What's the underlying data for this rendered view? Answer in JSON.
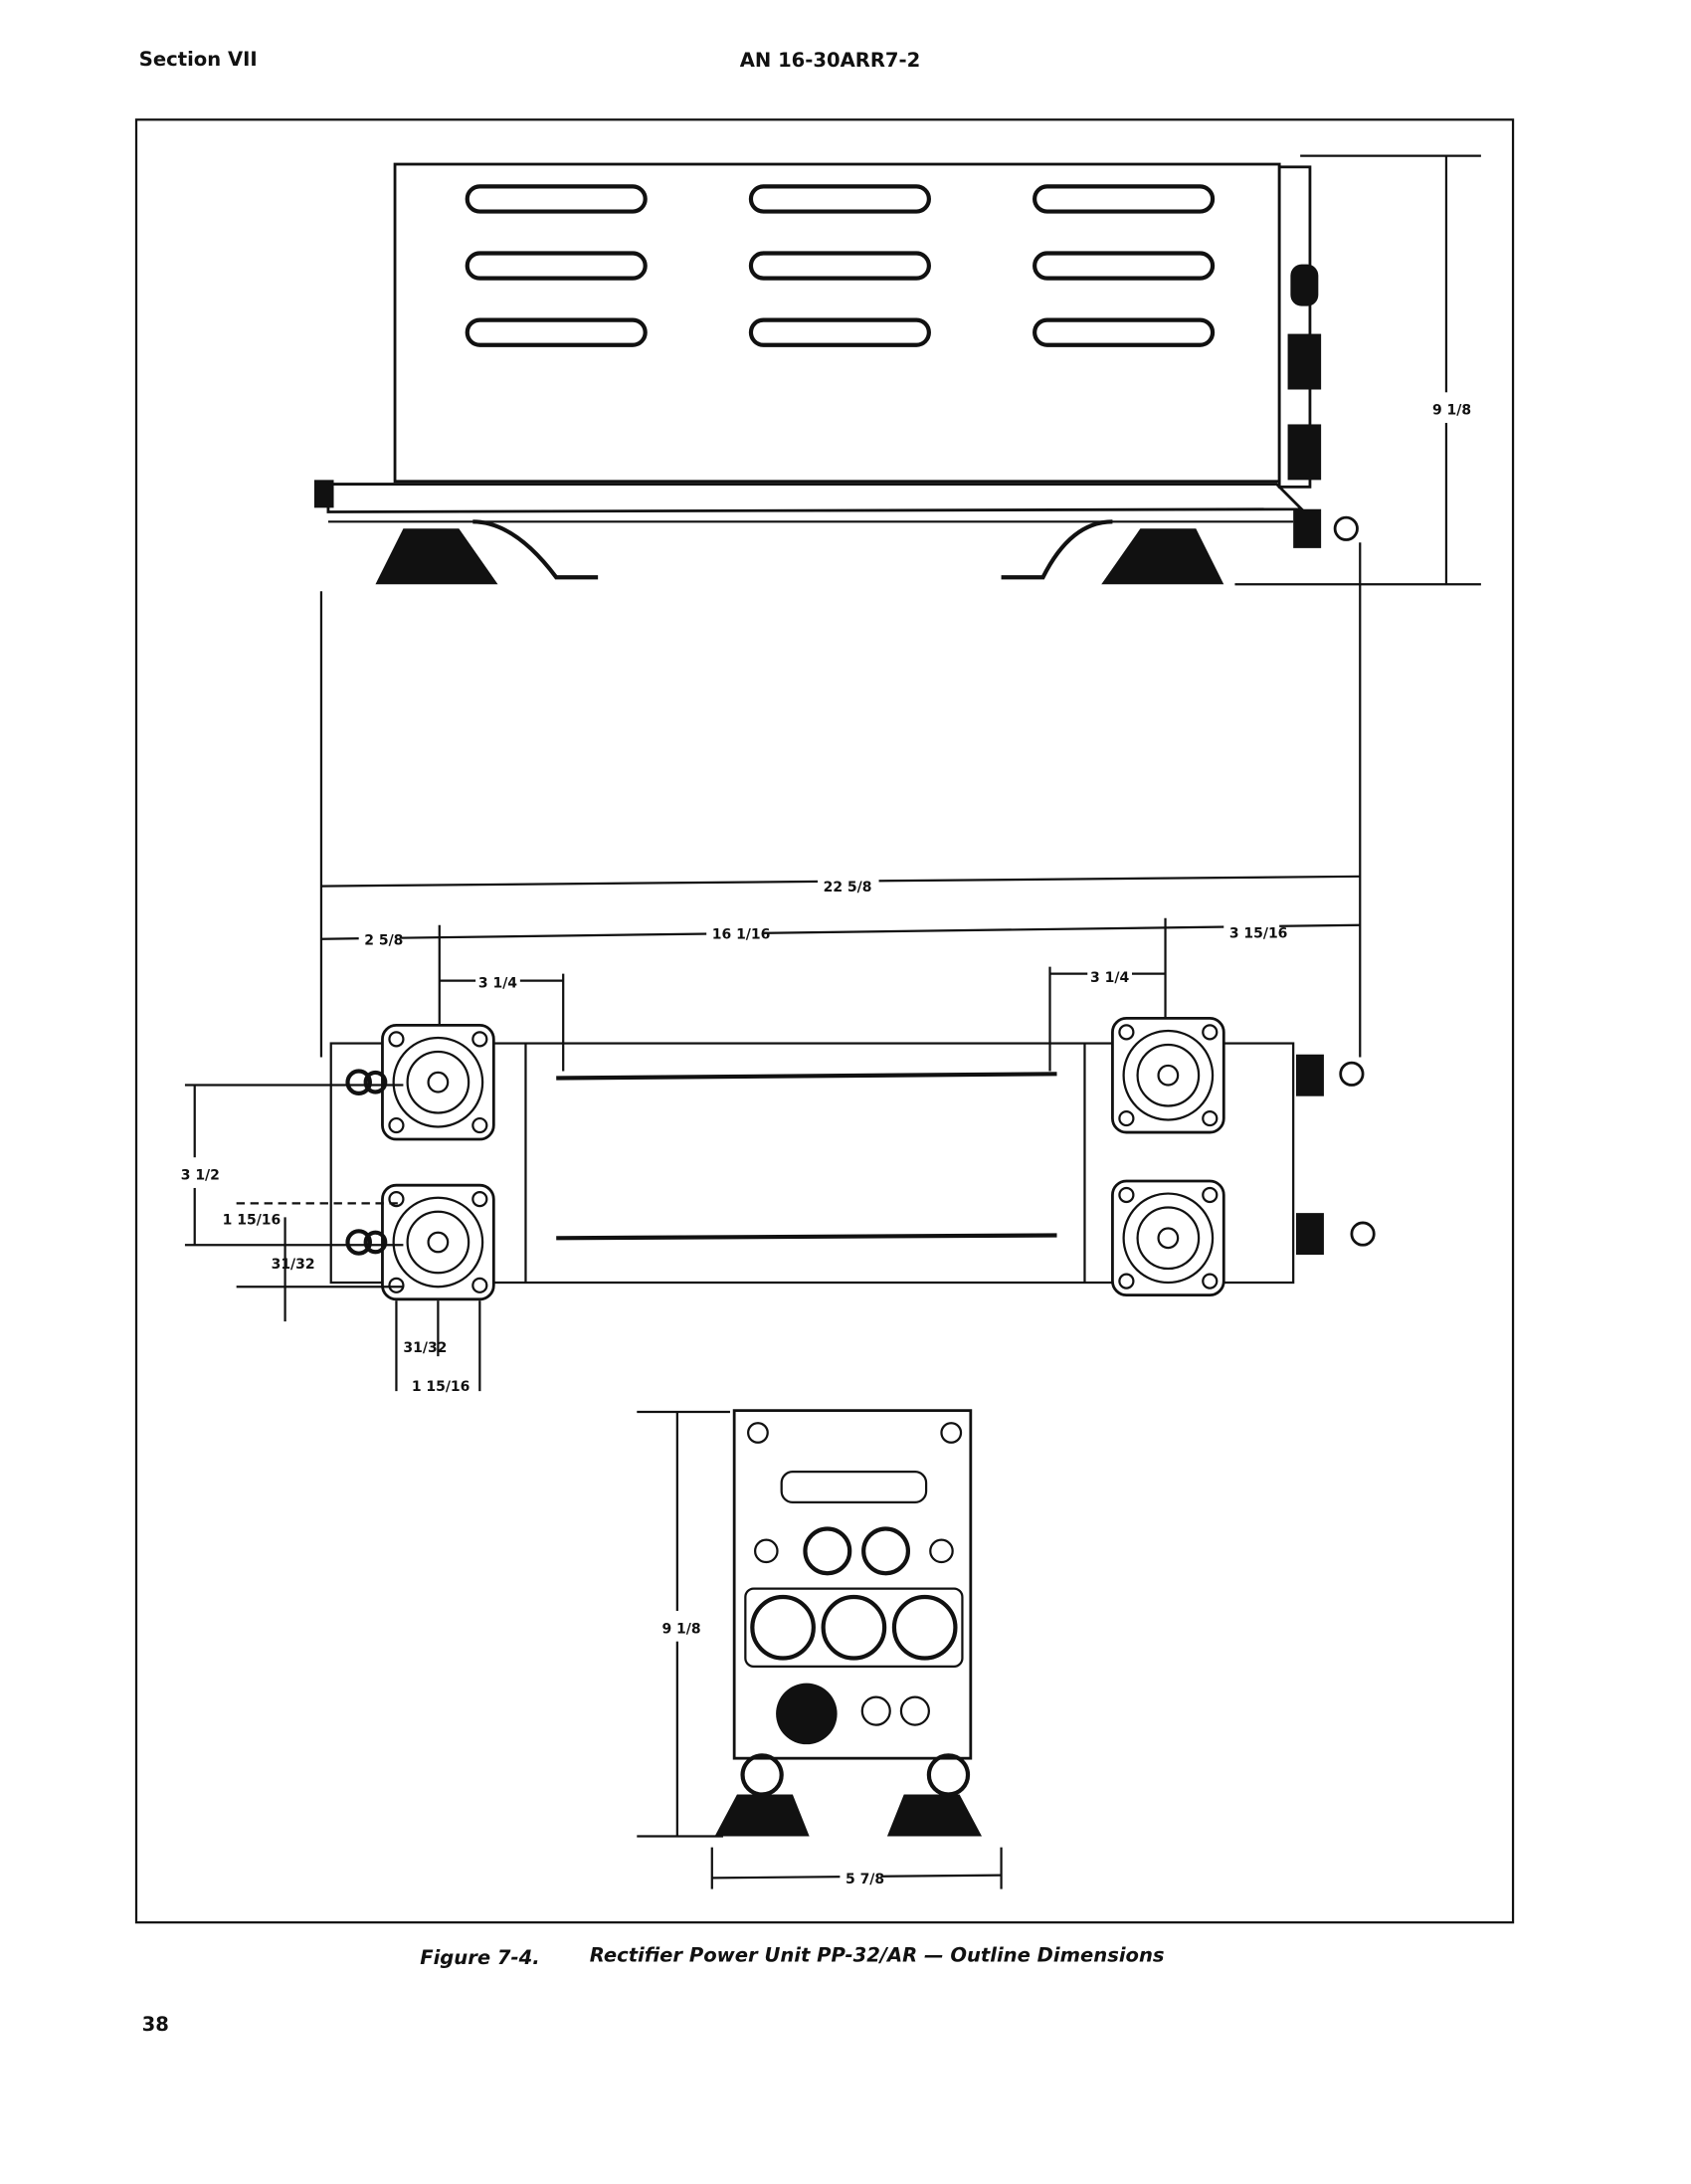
{
  "header": {
    "section": "Section VII",
    "document_number": "AN 16-30ARR7-2"
  },
  "figure": {
    "number": "Figure 7-4.",
    "title": "Rectifier Power Unit PP-32/AR — Outline Dimensions"
  },
  "dimensions": {
    "side_height": "9 1/8",
    "overall_length": "22 5/8",
    "left_offset": "2 5/8",
    "mount_spacing": "16 1/16",
    "right_offset": "3 15/16",
    "left_slot": "3 1/4",
    "right_slot": "3 1/4",
    "mount_width": "3 1/2",
    "hole_offset_v": "1 15/16",
    "edge_offset_v": "31/32",
    "edge_offset_h": "31/32",
    "hole_offset_h": "1 15/16",
    "front_height": "9 1/8",
    "front_width": "5 7/8"
  },
  "footer": {
    "page_number": "38"
  }
}
